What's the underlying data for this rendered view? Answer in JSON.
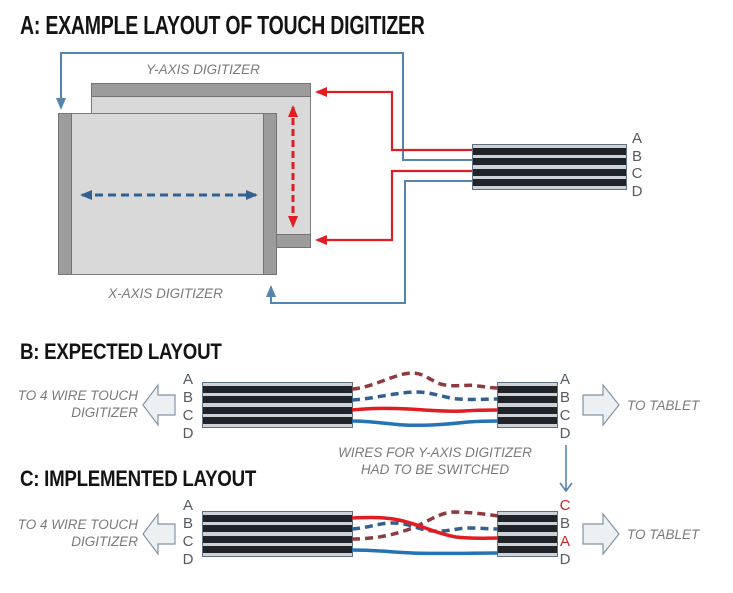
{
  "colors": {
    "wire_red": "#e01d22",
    "wire_blue": "#2473b5",
    "wire_dark_red": "#8e3a40",
    "wire_steel_blue": "#33618f",
    "connector_blue": "#5585ad",
    "highlight_red": "#c2272e",
    "label_gray": "#7a7a7a",
    "pin_gray": "#555b61",
    "title_black": "#141414"
  },
  "sectionA": {
    "title": "A: EXAMPLE LAYOUT OF TOUCH DIGITIZER",
    "y_axis_label": "Y-AXIS DIGITIZER",
    "x_axis_label": "X-AXIS DIGITIZER",
    "pins": [
      "A",
      "B",
      "C",
      "D"
    ]
  },
  "sectionB": {
    "title": "B: EXPECTED LAYOUT",
    "to_digitizer_line1": "TO 4 WIRE TOUCH",
    "to_digitizer_line2": "DIGITIZER",
    "left_pins": [
      "A",
      "B",
      "C",
      "D"
    ],
    "right_pins": [
      "A",
      "B",
      "C",
      "D"
    ],
    "to_tablet": "TO TABLET"
  },
  "note": {
    "line1": "WIRES FOR Y-AXIS DIGITIZER",
    "line2": "HAD TO BE SWITCHED"
  },
  "sectionC": {
    "title": "C: IMPLEMENTED LAYOUT",
    "to_digitizer_line1": "TO 4 WIRE TOUCH",
    "to_digitizer_line2": "DIGITIZER",
    "left_pins": [
      "A",
      "B",
      "C",
      "D"
    ],
    "right_pins": [
      "C",
      "B",
      "A",
      "D"
    ],
    "right_pin_states": [
      "switched",
      "normal",
      "switched",
      "normal"
    ],
    "to_tablet": "TO TABLET"
  }
}
